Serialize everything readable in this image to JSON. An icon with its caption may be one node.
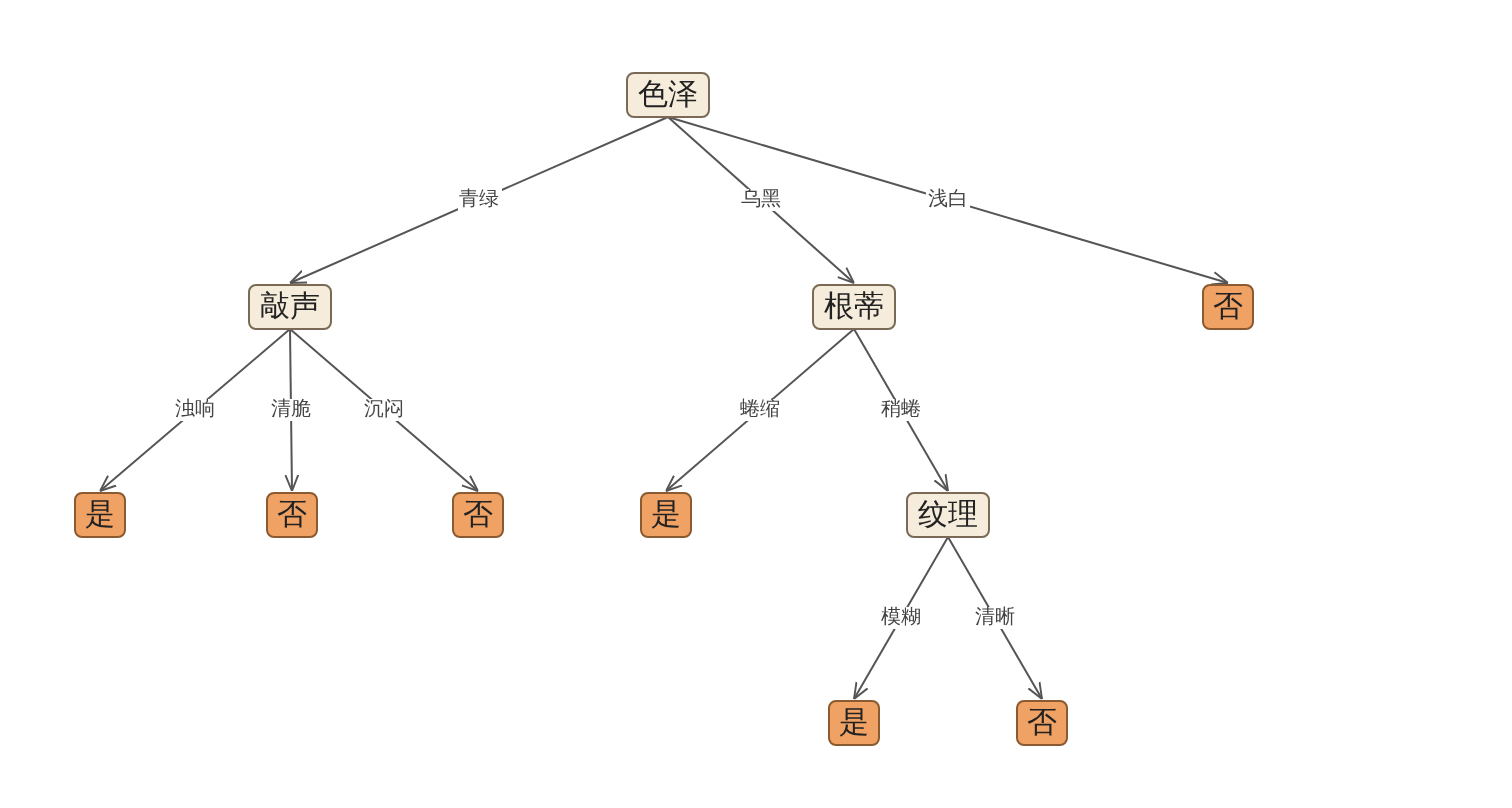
{
  "diagram": {
    "nodes": [
      {
        "text": [
          "色泽"
        ]
      },
      {
        "text": [
          "敲声"
        ]
      },
      {
        "text": [
          "根蒂"
        ]
      },
      {
        "text": [
          "否"
        ]
      },
      {
        "text": [
          "是"
        ]
      },
      {
        "text": [
          "否"
        ]
      },
      {
        "text": [
          "否"
        ]
      },
      {
        "text": [
          "是"
        ]
      },
      {
        "text": [
          "纹理"
        ]
      },
      {
        "text": [
          "是"
        ]
      },
      {
        "text": [
          "否"
        ]
      }
    ],
    "edges": [
      {
        "from": 0,
        "to": 1,
        "arrow": "to",
        "label": "青绿"
      },
      {
        "from": 0,
        "to": 2,
        "arrow": "to",
        "label": "乌黑"
      },
      {
        "from": 0,
        "to": 3,
        "arrow": "to",
        "label": "浅白"
      },
      {
        "from": 1,
        "to": 4,
        "arrow": "to",
        "label": "浊响"
      },
      {
        "from": 1,
        "to": 5,
        "arrow": "to",
        "label": "清脆"
      },
      {
        "from": 1,
        "to": 6,
        "arrow": "to",
        "label": "沉闷"
      },
      {
        "from": 2,
        "to": 7,
        "arrow": "to",
        "label": "蜷缩"
      },
      {
        "from": 2,
        "to": 8,
        "arrow": "to",
        "label": "稍蜷"
      },
      {
        "from": 8,
        "to": 9,
        "arrow": "to",
        "label": "模糊"
      },
      {
        "from": 8,
        "to": 10,
        "arrow": "to",
        "label": "清晰"
      }
    ]
  }
}
